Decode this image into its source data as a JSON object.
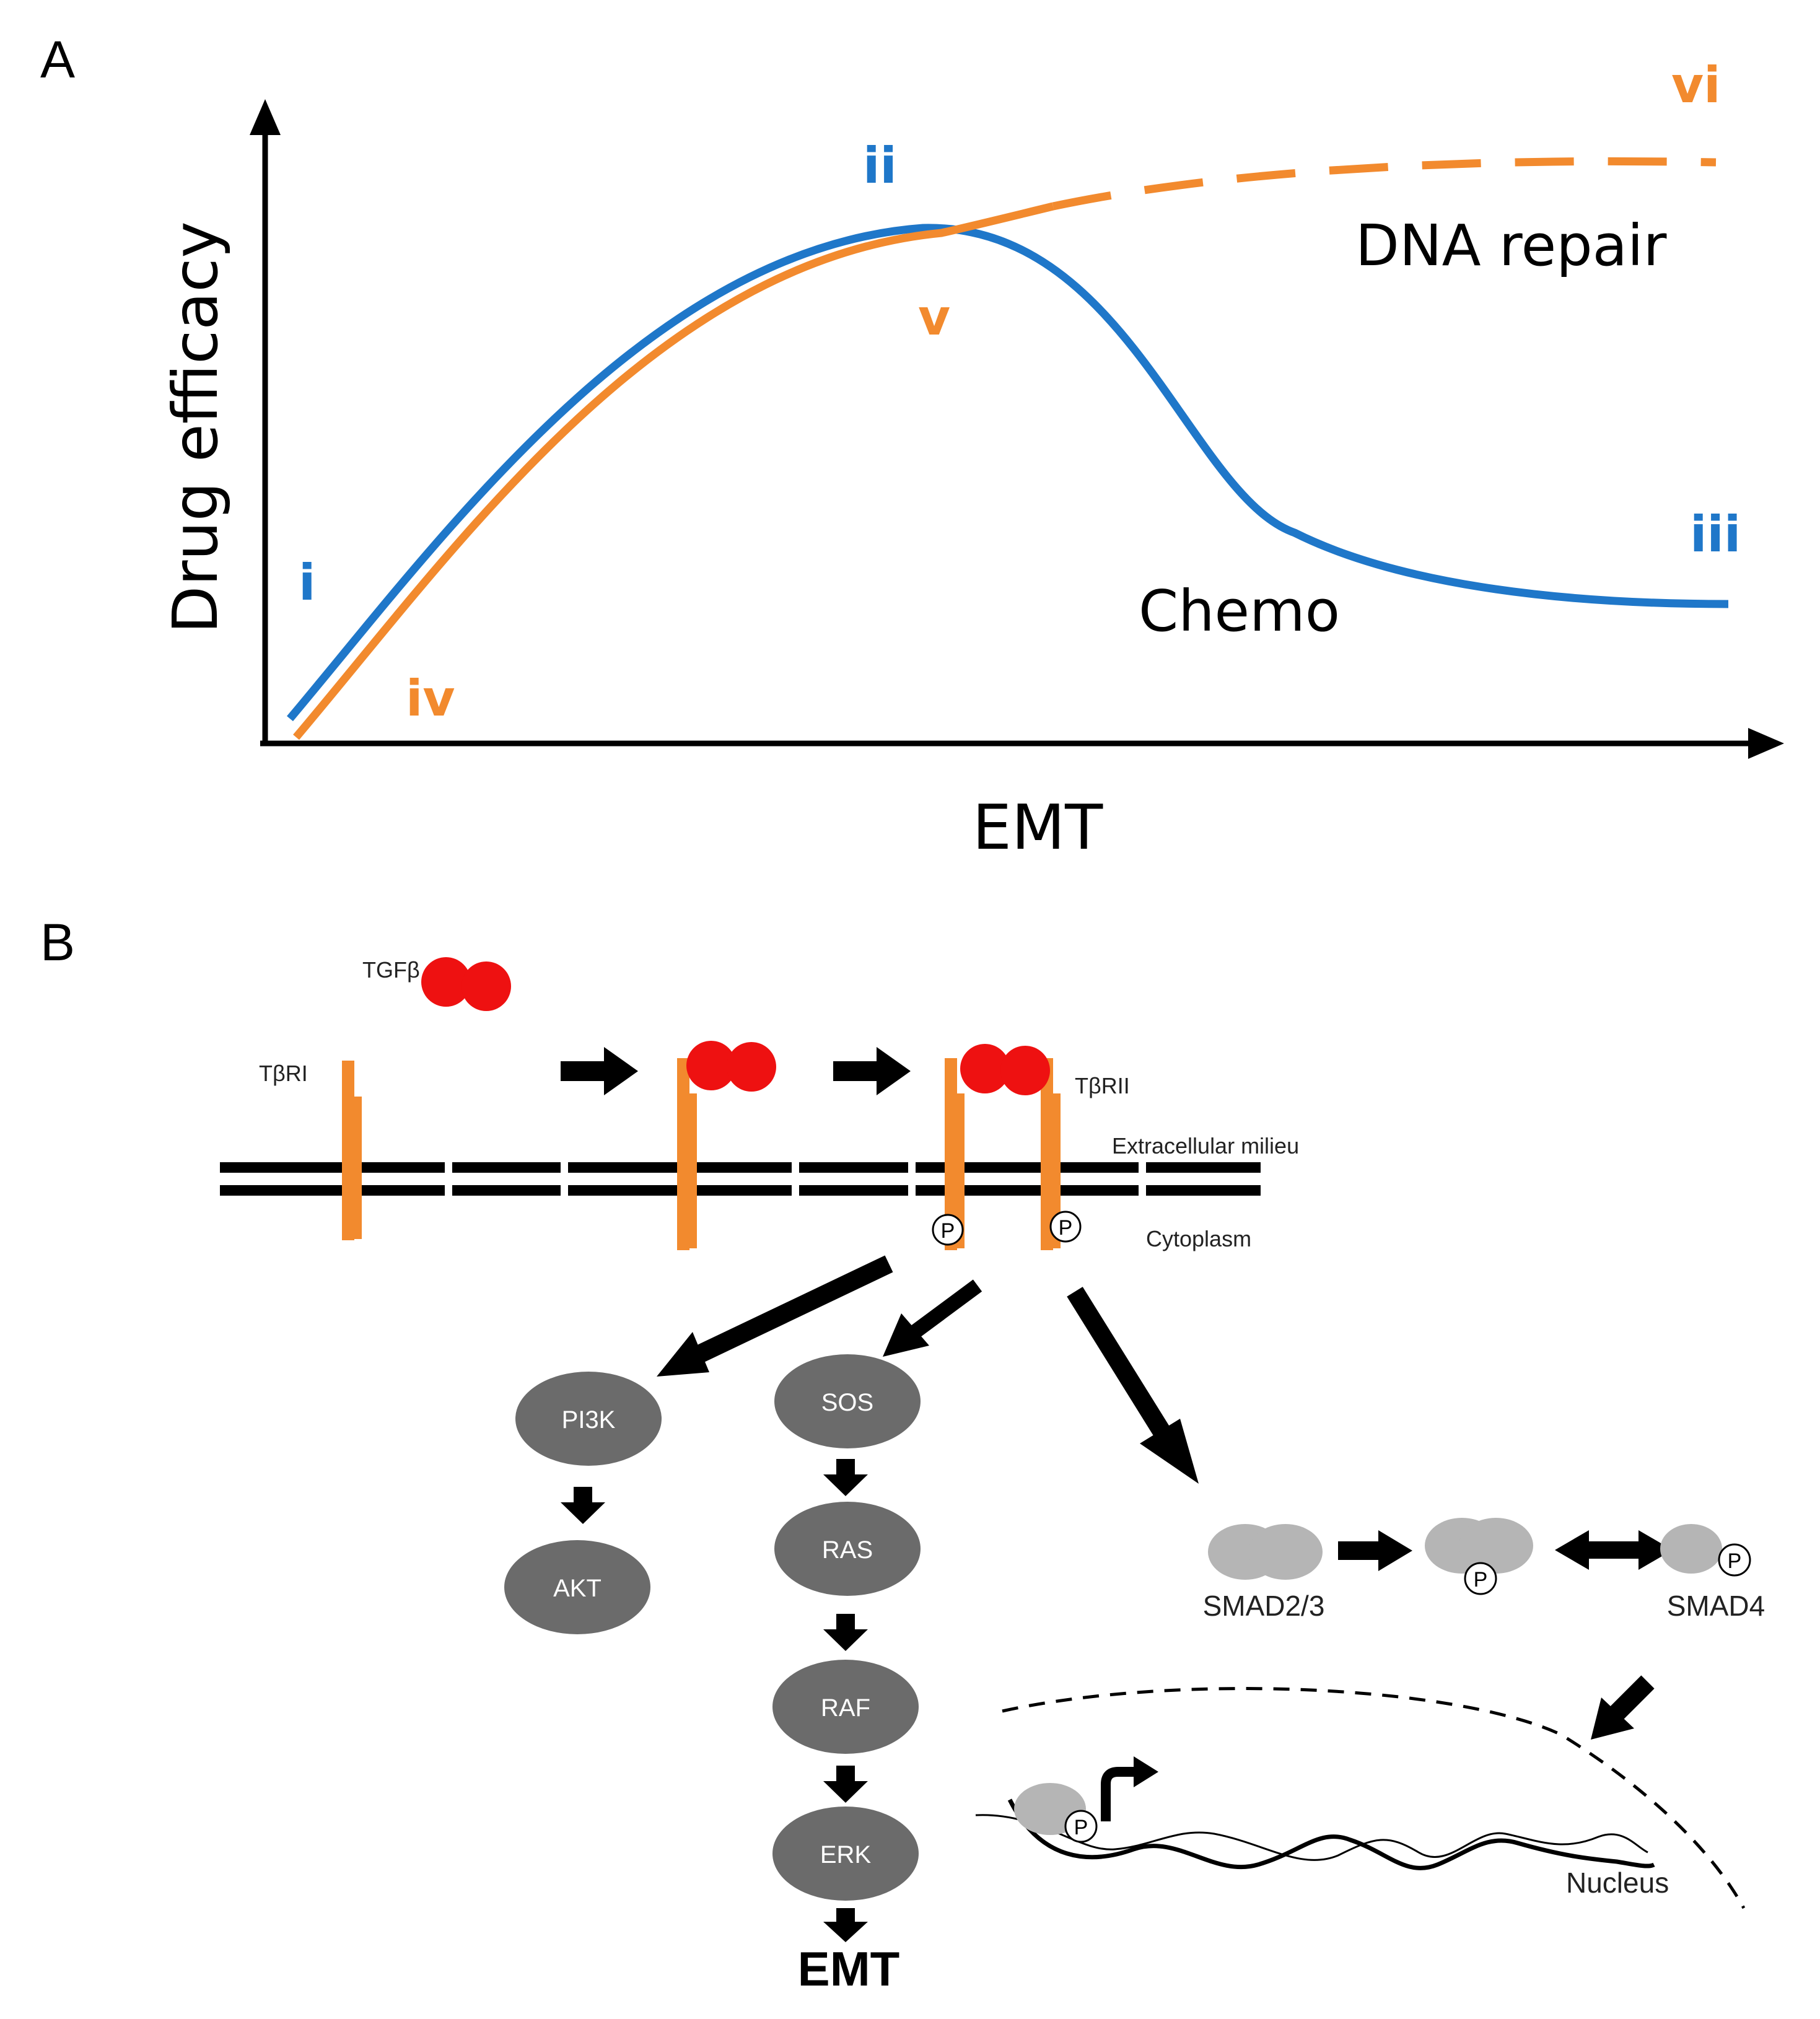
{
  "panel_a": {
    "label": "A",
    "x_axis_label": "EMT",
    "y_axis_label": "Drug efficacy",
    "curves": {
      "chemo": {
        "label": "Chemo",
        "color": "#1f77c9",
        "markers": [
          "i",
          "ii",
          "iii"
        ]
      },
      "dna_repair": {
        "label": "DNA repair",
        "color": "#f28a2e",
        "markers": [
          "iv",
          "v",
          "vi"
        ]
      }
    }
  },
  "panel_b": {
    "label": "B",
    "ligand": "TGFβ",
    "receptor_1": "TβRI",
    "receptor_2": "TβRII",
    "extracellular": "Extracellular milieu",
    "cytoplasm": "Cytoplasm",
    "phospho": "P",
    "nodes": {
      "pi3k": "PI3K",
      "akt": "AKT",
      "sos": "SOS",
      "ras": "RAS",
      "raf": "RAF",
      "erk": "ERK"
    },
    "emt_output": "EMT",
    "smad23": "SMAD2/3",
    "smad4": "SMAD4",
    "nucleus": "Nucleus",
    "colors": {
      "receptor": "#f28a2e",
      "ligand": "#ee1111",
      "node": "#6b6b6b",
      "smad": "#b5b5b5"
    }
  }
}
